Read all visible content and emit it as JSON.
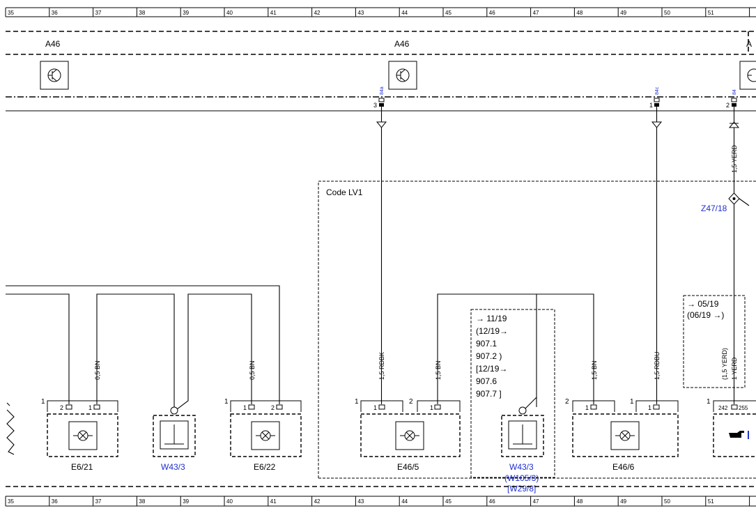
{
  "ruler": {
    "top_numbers": [
      "35",
      "36",
      "37",
      "38",
      "39",
      "40",
      "41",
      "42",
      "43",
      "44",
      "45",
      "46",
      "47",
      "48",
      "49",
      "50",
      "51"
    ],
    "bottom_numbers": [
      "35",
      "36",
      "37",
      "38",
      "39",
      "40",
      "41",
      "42",
      "43",
      "44",
      "45",
      "46",
      "47",
      "48",
      "49",
      "50",
      "51"
    ]
  },
  "modules": {
    "a46_left": "A46",
    "a46_mid": "A46",
    "a46_right_partial": "A"
  },
  "connectors": {
    "c84a_id": "84a",
    "c84a_pin": "3",
    "c84c_id": "84c",
    "c84c_pin": "1",
    "c84_id": "84",
    "c84_pin": "2"
  },
  "code_area": "Code LV1",
  "splice": "Z47/18",
  "wires": {
    "w_84_vertical": "1,5 YERD",
    "w_e621": "0,5 BN",
    "w_e622": "0,5 BN",
    "w_e465_rdbk": "1,5 RDBK",
    "w_e465_bn": "1,5 BN",
    "w_e466_bn": "1,5 BN",
    "w_e466_rdbu": "1,5 RDBU",
    "w_right_paren": "(1,5 YERD)",
    "w_right_main": "1 YERD"
  },
  "note_middle": [
    "→ 11/19",
    "(12/19→",
    "907.1",
    "907.2 )",
    "[12/19→",
    "907.6",
    "907.7 ]"
  ],
  "note_right": [
    "→ 05/19",
    "(06/19 →)"
  ],
  "components": {
    "e621": "E6/21",
    "w433_left": "W43/3",
    "e622": "E6/22",
    "e465": "E46/5",
    "w433_mid": "W43/3",
    "w433_mid_alt1": "(W105/3)",
    "w433_mid_alt2": "[W29/8]",
    "e466": "E46/6"
  },
  "pins": {
    "e621_group": "1",
    "e621_p2": "2",
    "e621_p1": "1",
    "e622_group": "1",
    "e622_p1": "1",
    "e622_p2": "2",
    "e465_group1": "1",
    "e465_p1": "1",
    "e465_group2": "2",
    "e465_p1b": "1",
    "e466_group2": "2",
    "e466_p1": "1",
    "e466_group1": "1",
    "e466_p1b": "1",
    "right_group": "1",
    "right_p242": "242",
    "right_p255": "255"
  },
  "icons": {
    "module": "transistor-icon",
    "lamp": "lamp-icon",
    "ground": "ground-icon",
    "reference": "hand-pointer-icon"
  }
}
